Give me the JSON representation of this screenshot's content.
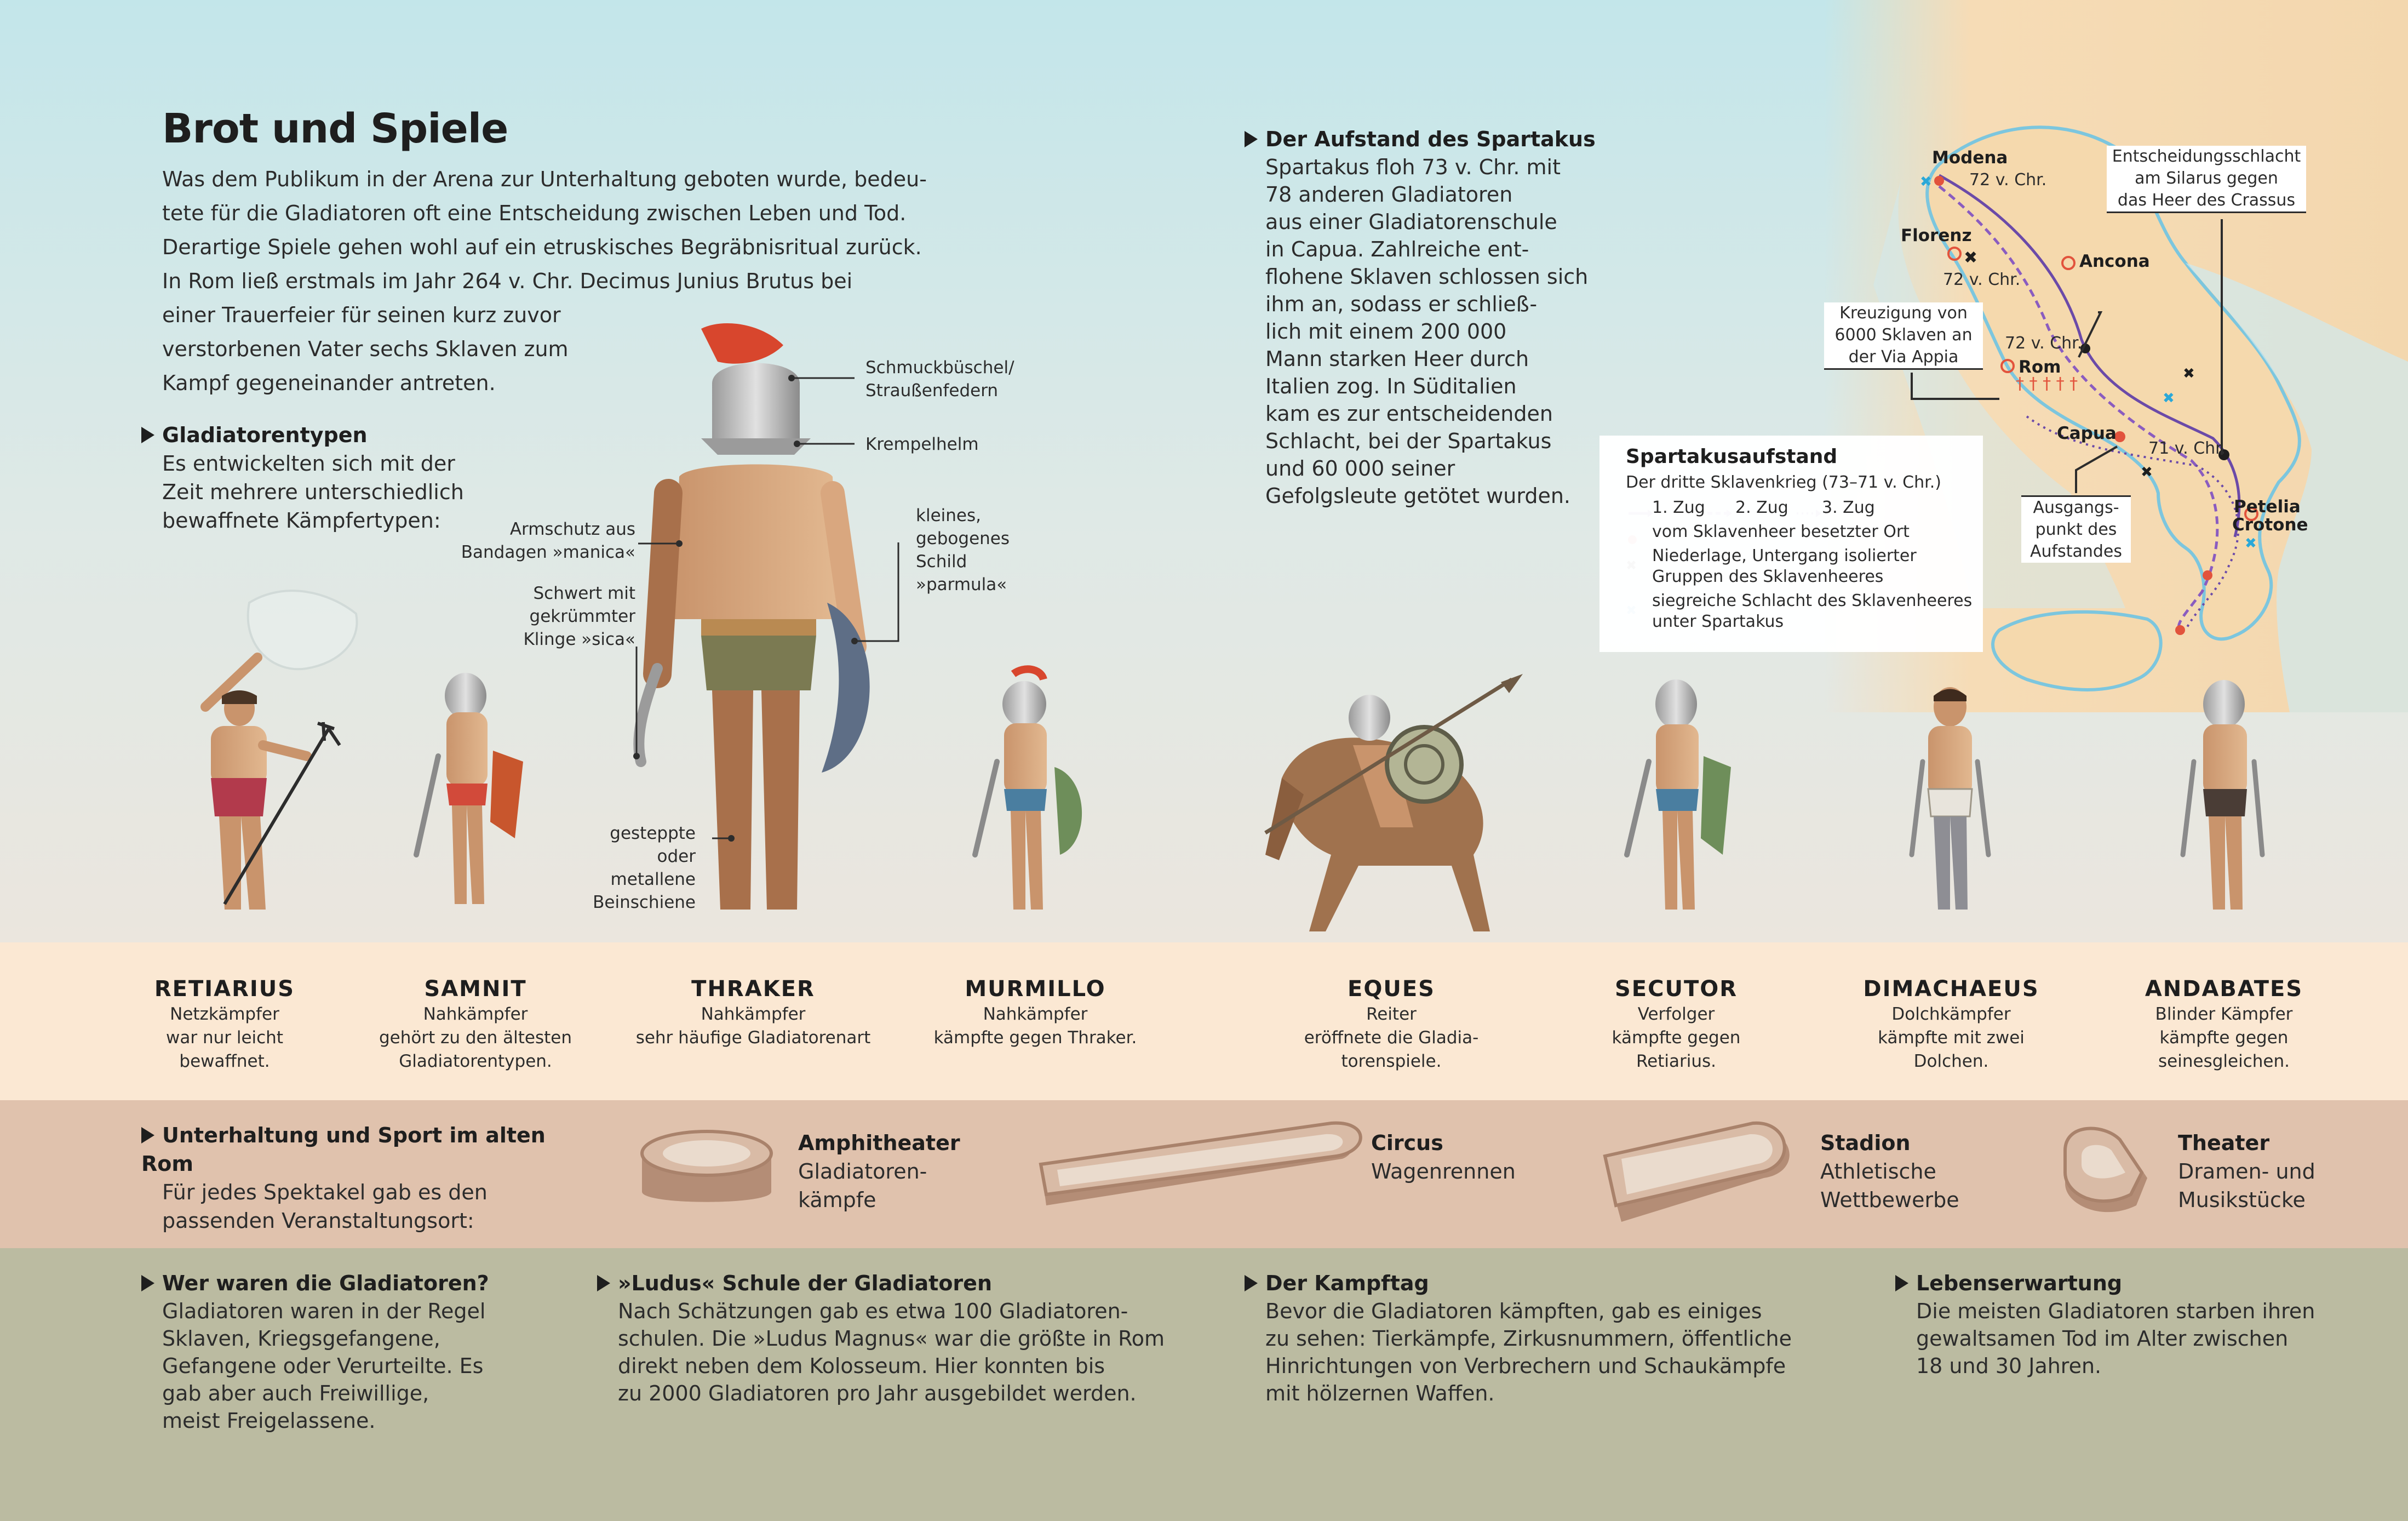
{
  "title": "Brot und Spiele",
  "intro": [
    "Was dem Publikum in der Arena zur Unterhaltung geboten wurde, bedeu-",
    "tete für die Gladiatoren oft eine Entscheidung zwischen Leben und Tod.",
    "Derartige Spiele gehen wohl auf ein etruskisches Begräbnisritual zurück.",
    "In Rom ließ erstmals im Jahr 264 v. Chr. Decimus Junius Brutus bei",
    "einer Trauerfeier für seinen kurz zuvor",
    "verstorbenen Vater sechs Sklaven zum",
    "Kampf gegeneinander antreten."
  ],
  "types": {
    "heading": "Gladiatorentypen",
    "lines": [
      "Es entwickelten sich mit der",
      "Zeit mehrere unterschiedlich",
      "bewaffnete Kämpfertypen:"
    ]
  },
  "thraker_labels": {
    "plume": [
      "Schmuckbüschel/",
      "Straußenfedern"
    ],
    "helmet": [
      "Krempelhelm"
    ],
    "arm": [
      "Armschutz aus",
      "Bandagen »manica«"
    ],
    "sword": [
      "Schwert mit",
      "gekrümmter",
      "Klinge »sica«"
    ],
    "shield": [
      "kleines,",
      "gebogenes",
      "Schild",
      "»parmula«"
    ],
    "greave": [
      "gesteppte",
      "oder",
      "metallene",
      "Beinschiene"
    ]
  },
  "spartacus": {
    "heading": "Der Aufstand des Spartakus",
    "lines": [
      "Spartakus floh 73 v. Chr. mit",
      "78 anderen Gladiatoren",
      "aus einer Gladiatorenschule",
      "in Capua. Zahlreiche ent-",
      "flohene Sklaven schlossen sich",
      "ihm an, sodass er schließ-",
      "lich mit einem 200 000",
      "Mann starken Heer durch",
      "Italien zog. In Süditalien",
      "kam es zur entscheidenden",
      "Schlacht, bei der Spartakus",
      "und 60 000 seiner",
      "Gefolgsleute getötet wurden."
    ]
  },
  "map": {
    "places": {
      "modena": "Modena",
      "florenz": "Florenz",
      "ancona": "Ancona",
      "rom": "Rom",
      "capua": "Capua",
      "petelia": "Petelia",
      "crotone": "Crotone"
    },
    "dates": {
      "modena": "72 v. Chr.",
      "florenz": "72 v. Chr.",
      "rom": "72 v. Chr.",
      "south": "71 v. Chr."
    },
    "callouts": {
      "silarus": [
        "Entscheidungsschlacht",
        "am Silarus gegen",
        "das Heer des Crassus"
      ],
      "kreuzigung": [
        "Kreuzigung von",
        "6000 Sklaven an",
        "der Via Appia"
      ],
      "ausgang": [
        "Ausgangs-",
        "punkt des",
        "Aufstandes"
      ]
    },
    "legend": {
      "title": "Spartakusaufstand",
      "subtitle": "Der dritte Sklavenkrieg (73–71 v. Chr.)",
      "routes": [
        "1. Zug",
        "2. Zug",
        "3. Zug"
      ],
      "items": [
        [
          "vom Sklavenheer besetzter Ort"
        ],
        [
          "Niederlage, Untergang isolierter",
          "Gruppen des Sklavenheeres"
        ],
        [
          "siegreiche Schlacht des Sklavenheeres",
          "unter Spartakus"
        ]
      ]
    },
    "colors": {
      "route1": "#6b4aa8",
      "route2": "#8a5cc0",
      "route3": "#6b4aa8",
      "occupied": "#e2533c",
      "defeat": "#1e1e1e",
      "victory": "#2aa8d8"
    }
  },
  "gladiators": [
    {
      "name": "RETIARIUS",
      "desc": [
        "Netzkämpfer",
        "war nur leicht",
        "bewaffnet."
      ]
    },
    {
      "name": "SAMNIT",
      "desc": [
        "Nahkämpfer",
        "gehört zu den ältesten",
        "Gladiatorentypen."
      ]
    },
    {
      "name": "THRAKER",
      "desc": [
        "Nahkämpfer",
        "sehr häufige Gladiatorenart"
      ]
    },
    {
      "name": "MURMILLO",
      "desc": [
        "Nahkämpfer",
        "kämpfte gegen Thraker."
      ]
    },
    {
      "name": "EQUES",
      "desc": [
        "Reiter",
        "eröffnete die Gladia-",
        "torenspiele."
      ]
    },
    {
      "name": "SECUTOR",
      "desc": [
        "Verfolger",
        "kämpfte gegen",
        "Retiarius."
      ]
    },
    {
      "name": "DIMACHAEUS",
      "desc": [
        "Dolchkämpfer",
        "kämpfte mit zwei",
        "Dolchen."
      ]
    },
    {
      "name": "ANDABATES",
      "desc": [
        "Blinder Kämpfer",
        "kämpfte gegen",
        "seinesgleichen."
      ]
    }
  ],
  "venues_section": {
    "heading": "Unterhaltung und Sport im alten Rom",
    "lines": [
      "Für jedes Spektakel gab es den",
      "passenden Veranstaltungsort:"
    ],
    "venues": [
      {
        "name": "Amphitheater",
        "desc": [
          "Gladiatoren-",
          "kämpfe"
        ]
      },
      {
        "name": "Circus",
        "desc": [
          "Wagenrennen"
        ]
      },
      {
        "name": "Stadion",
        "desc": [
          "Athletische",
          "Wettbewerbe"
        ]
      },
      {
        "name": "Theater",
        "desc": [
          "Dramen- und",
          "Musikstücke"
        ]
      }
    ]
  },
  "bottom": [
    {
      "heading": "Wer waren die Gladiatoren?",
      "lines": [
        "Gladiatoren waren in der Regel",
        "Sklaven, Kriegsgefangene,",
        "Gefangene oder Verurteilte. Es",
        "gab aber auch Freiwillige,",
        "meist Freigelassene."
      ]
    },
    {
      "heading": "»Ludus« Schule der Gladiatoren",
      "lines": [
        "Nach Schätzungen gab es etwa 100 Gladiatoren-",
        "schulen. Die »Ludus Magnus« war die größte in Rom",
        "direkt neben dem Kolosseum. Hier konnten bis",
        "zu 2000 Gladiatoren pro Jahr ausgebildet werden."
      ]
    },
    {
      "heading": "Der Kampftag",
      "lines": [
        "Bevor die Gladiatoren kämpften, gab es einiges",
        "zu sehen: Tierkämpfe, Zirkusnummern, öffentliche",
        "Hinrichtungen von Verbrechern und Schaukämpfe",
        "mit hölzernen Waffen."
      ]
    },
    {
      "heading": "Lebenserwartung",
      "lines": [
        "Die meisten Gladiatoren starben ihren",
        "gewaltsamen Tod im Alter zwischen",
        "18 und 30 Jahren."
      ]
    }
  ]
}
